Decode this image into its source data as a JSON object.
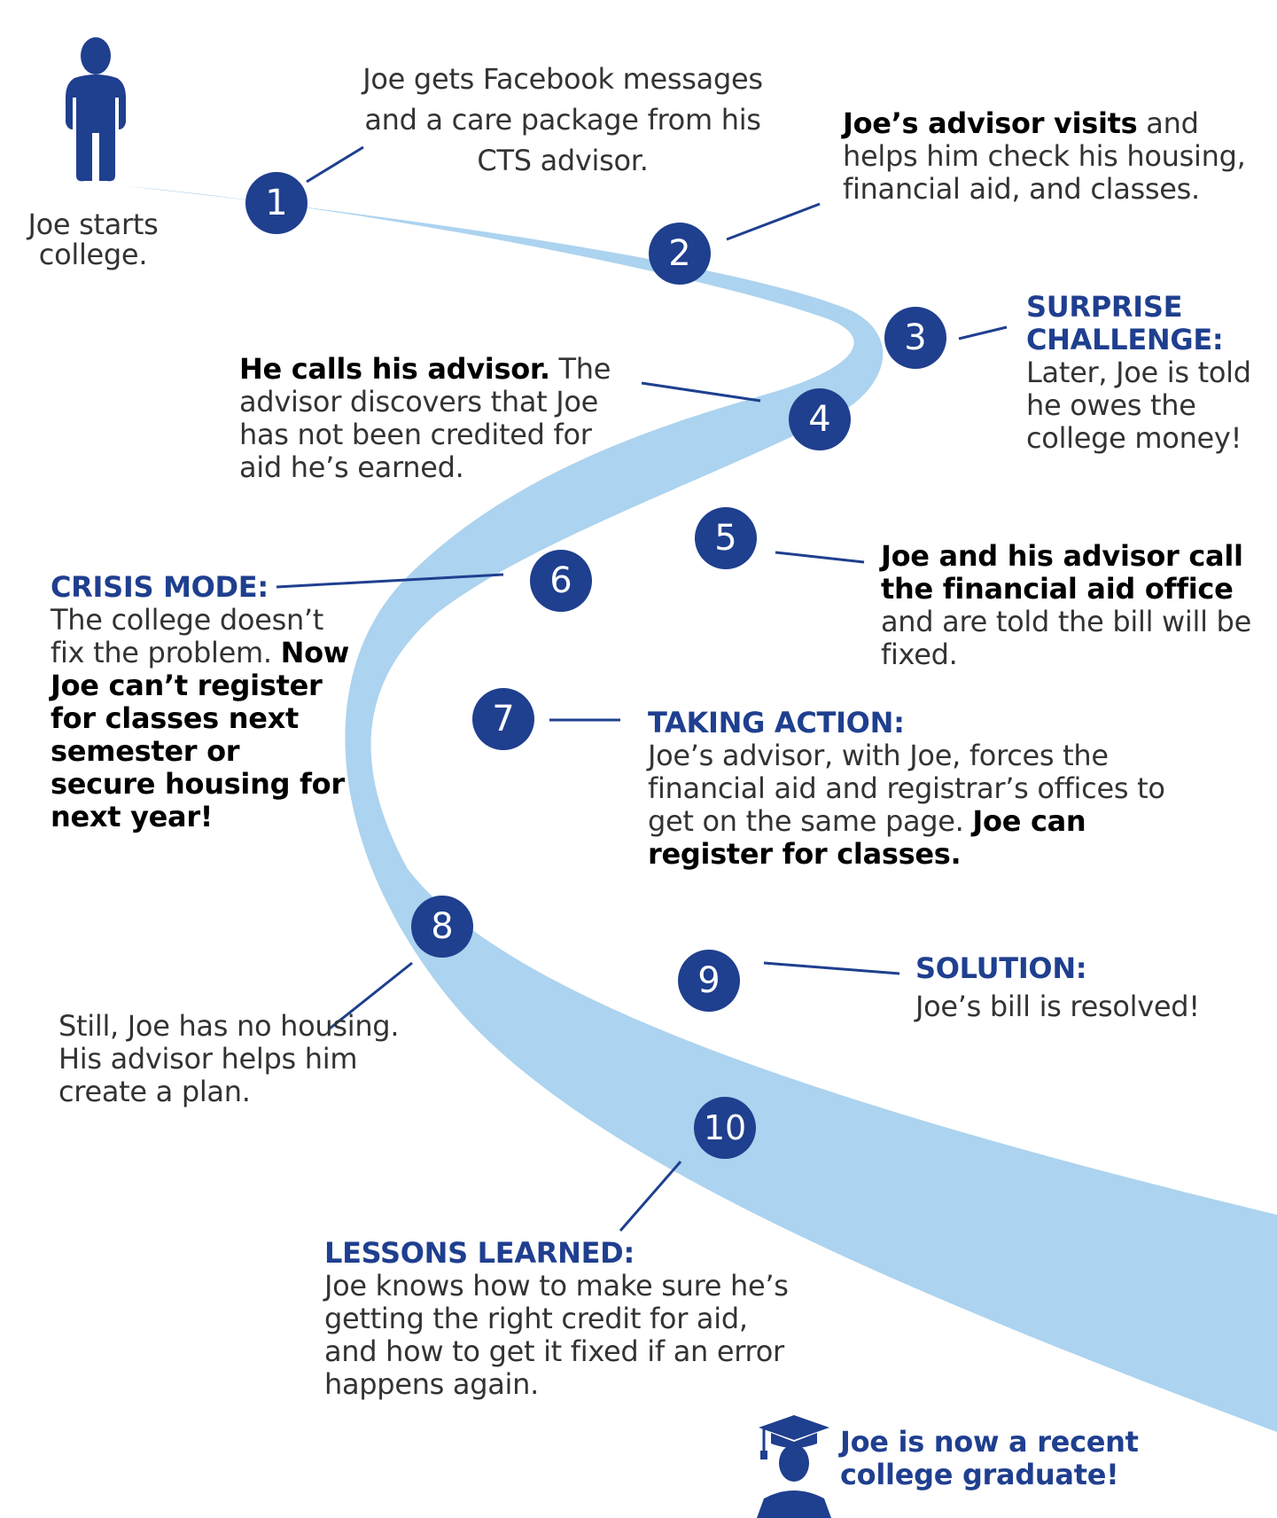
{
  "start": {
    "label": "Joe starts college."
  },
  "finish": {
    "label": "Joe is now a recent college graduate!"
  },
  "steps": [
    {
      "num": "1",
      "body": "Joe gets Facebook messages and a care package from his CTS advisor."
    },
    {
      "num": "2",
      "bold": "Joe’s advisor visits",
      "body": " and helps him check his housing, financial aid, and classes."
    },
    {
      "num": "3",
      "heading": "SURPRISE CHALLENGE:",
      "body": "Later, Joe is told he owes the college money!"
    },
    {
      "num": "4",
      "bold": "He calls his advisor.",
      "body": " The advisor discovers that Joe has not been credited for aid he’s earned."
    },
    {
      "num": "5",
      "bold": "Joe and his advisor call the financial aid office",
      "body": " and are told the bill will be fixed."
    },
    {
      "num": "6",
      "heading": "CRISIS MODE:",
      "body": "The college doesn’t fix the problem. ",
      "bold_after": "Now Joe can’t register for classes next semester or secure housing for next year!"
    },
    {
      "num": "7",
      "heading": "TAKING ACTION:",
      "body": "Joe’s advisor, with Joe, forces the financial aid and registrar’s offices to get on the same page.  ",
      "bold_after": "Joe can register for classes."
    },
    {
      "num": "8",
      "body": "Still, Joe has no housing. His advisor helps him create a plan."
    },
    {
      "num": "9",
      "heading": "SOLUTION:",
      "body": "Joe’s bill is resolved!"
    },
    {
      "num": "10",
      "heading": "LESSONS LEARNED:",
      "body": "Joe knows how to make sure he’s getting the right credit for aid, and how to get it fixed if an error happens again."
    }
  ],
  "colors": {
    "road": "#acd3ef",
    "badge": "#1f3f8f",
    "heading": "#1f3f8f",
    "line": "#1f3f8f",
    "text": "#333333"
  },
  "icons": {
    "start": "person-icon",
    "finish": "graduate-icon"
  }
}
